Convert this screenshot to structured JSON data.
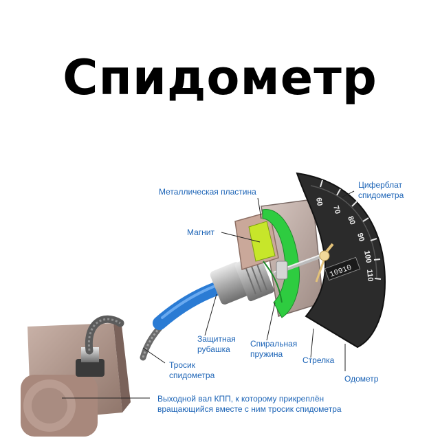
{
  "title": "Спидометр",
  "dial": {
    "numbers": [
      "60",
      "70",
      "80",
      "90",
      "100",
      "110"
    ],
    "odometer": "10910"
  },
  "labels": {
    "plate": "Металлическая пластина",
    "magnet": "Магнит",
    "dial_1": "Циферблат",
    "dial_2": "спидометра",
    "shield_1": "Защитная",
    "shield_2": "рубашка",
    "spring_1": "Спиральная",
    "spring_2": "пружина",
    "cable_1": "Тросик",
    "cable_2": "спидометра",
    "needle": "Стрелка",
    "odometer": "Одометр",
    "shaft_1": "Выходной вал КПП, к которому прикреплён",
    "shaft_2": "вращающийся вместе с ним тросик спидометра"
  },
  "colors": {
    "label": "#1b63b6",
    "dial": "#2b2b2b",
    "green": "#2ecc40",
    "blue_sleeve": "#2a7bd4"
  }
}
